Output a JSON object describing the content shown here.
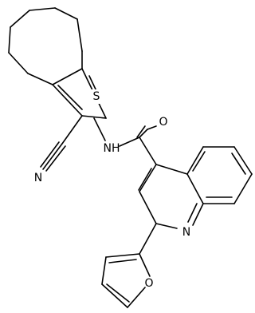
{
  "molecule": {
    "atom_labels": {
      "sulfur": "S",
      "nitrile_nitrogen": "N",
      "amide_nh": "NH",
      "carbonyl_oxygen": "O",
      "quinoline_nitrogen": "N",
      "furan_oxygen": "O"
    },
    "colors": {
      "bond": "#000000",
      "label": "#000000",
      "background": "#ffffff"
    }
  }
}
